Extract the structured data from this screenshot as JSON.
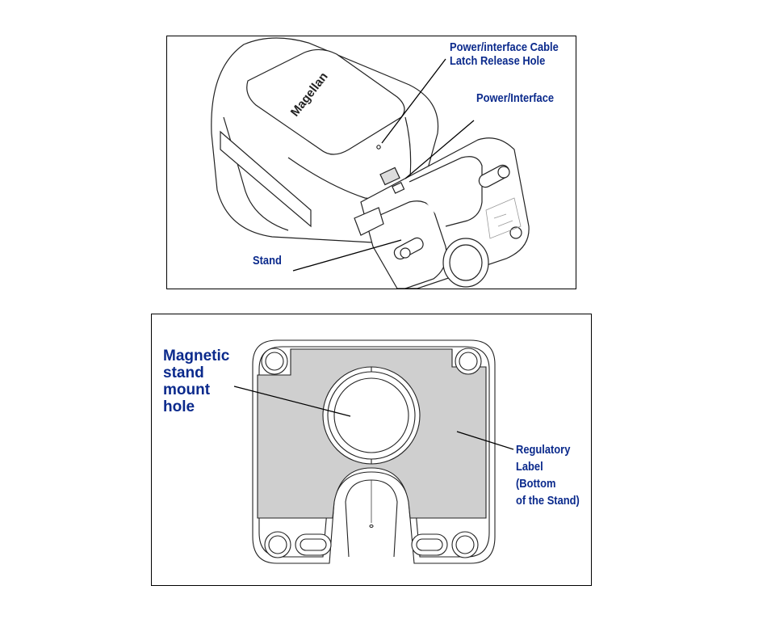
{
  "top_figure": {
    "brand_text": "Magellan",
    "callouts": {
      "latch_line1": "Power/interface Cable",
      "latch_line2": "Latch Release Hole",
      "power_interface": "Power/Interface",
      "stand": "Stand"
    }
  },
  "bottom_figure": {
    "callouts": {
      "magnetic": [
        "Magnetic",
        "stand",
        "mount",
        "hole"
      ],
      "regulatory": [
        "Regulatory",
        "Label",
        "(Bottom",
        "of the Stand)"
      ]
    }
  },
  "colors": {
    "callout_text": "#0b2a8c",
    "label_fill": "#cfcfcf",
    "line": "#000000"
  }
}
